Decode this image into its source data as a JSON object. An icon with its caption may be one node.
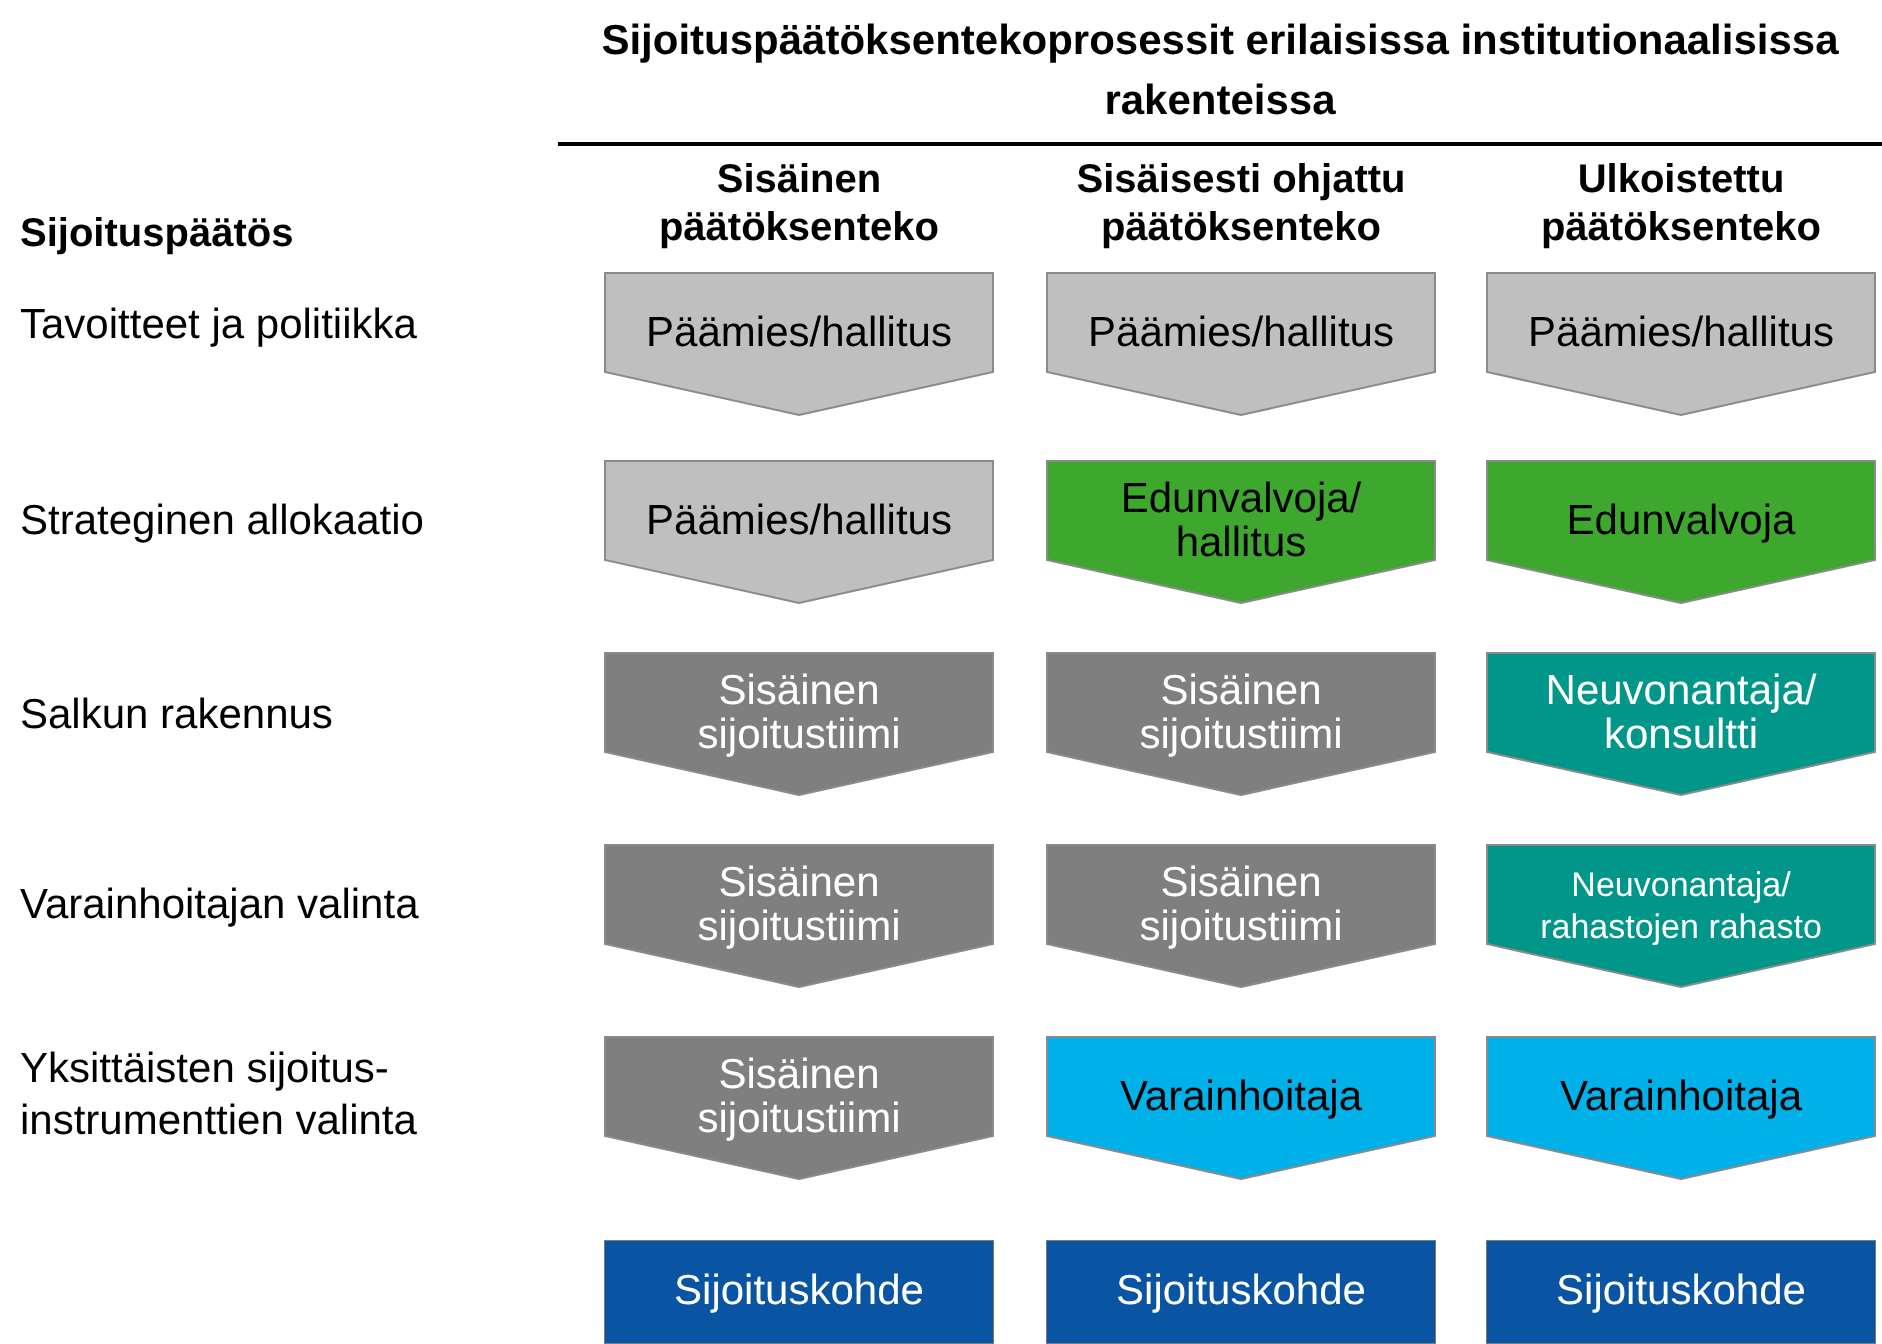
{
  "diagram": {
    "title": "Sijoituspäätöksentekoprosessit erilaisissa institutionaalisissa rakenteissa",
    "nodes": [
      {
        "text": [
          "Päämies/hallitus"
        ]
      },
      {
        "text": [
          "Päämies/hallitus"
        ]
      },
      {
        "text": [
          "Päämies/hallitus"
        ]
      },
      {
        "text": [
          "Päämies/hallitus"
        ]
      },
      {
        "text": [
          "Edunvalvoja/ hallitus"
        ]
      },
      {
        "text": [
          "Edunvalvoja"
        ]
      },
      {
        "text": [
          "Sisäinen sijoitustiimi"
        ]
      },
      {
        "text": [
          "Sisäinen sijoitustiimi"
        ]
      },
      {
        "text": [
          "Neuvonantaja/ konsultti"
        ]
      },
      {
        "text": [
          "Sisäinen sijoitustiimi"
        ]
      },
      {
        "text": [
          "Sisäinen sijoitustiimi"
        ]
      },
      {
        "text": [
          "Neuvonantaja/ rahastojen rahasto"
        ]
      },
      {
        "text": [
          "Sisäinen sijoitustiimi"
        ]
      },
      {
        "text": [
          "Varainhoitaja"
        ]
      },
      {
        "text": [
          "Varainhoitaja"
        ]
      },
      {
        "text": [
          "Sijoituskohde"
        ]
      },
      {
        "text": [
          "Sijoituskohde"
        ]
      },
      {
        "text": [
          "Sijoituskohde"
        ]
      }
    ],
    "labels": [
      "Sisäinen päätöksenteko",
      "Sisäisesti ohjattu päätöksenteko",
      "Ulkoistettu päätöksenteko",
      "Sijoituspäätös",
      "Tavoitteet ja politiikka",
      "Strateginen allokaatio",
      "Salkun rakennus",
      "Varainhoitajan valinta",
      "Yksittäisten sijoitus- instrumenttien valinta"
    ]
  }
}
